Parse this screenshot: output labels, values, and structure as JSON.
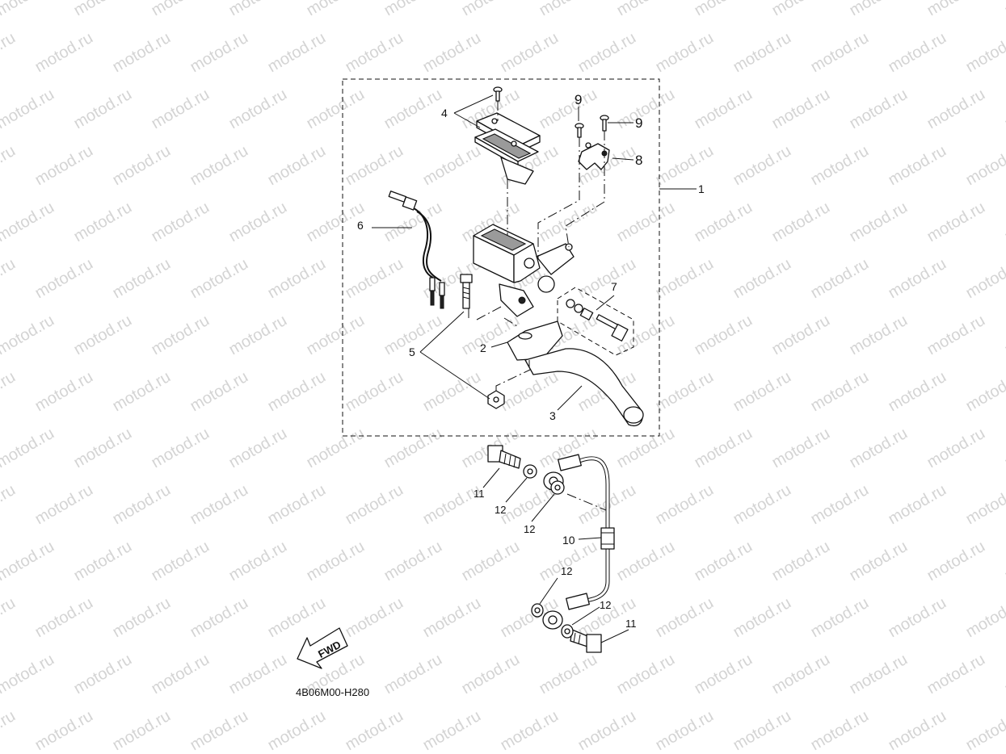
{
  "watermark": "motod.ru",
  "diagram_code": "4B06M00-H280",
  "fwd_label": "FWD",
  "callouts": {
    "c1": "1",
    "c2": "2",
    "c3": "3",
    "c4": "4",
    "c5": "5",
    "c6": "6",
    "c7": "7",
    "c8": "8",
    "c9a": "9",
    "c9b": "9",
    "c10": "10",
    "c11a": "11",
    "c11b": "11",
    "c12a": "12",
    "c12b": "12",
    "c12c": "12",
    "c12d": "12"
  }
}
